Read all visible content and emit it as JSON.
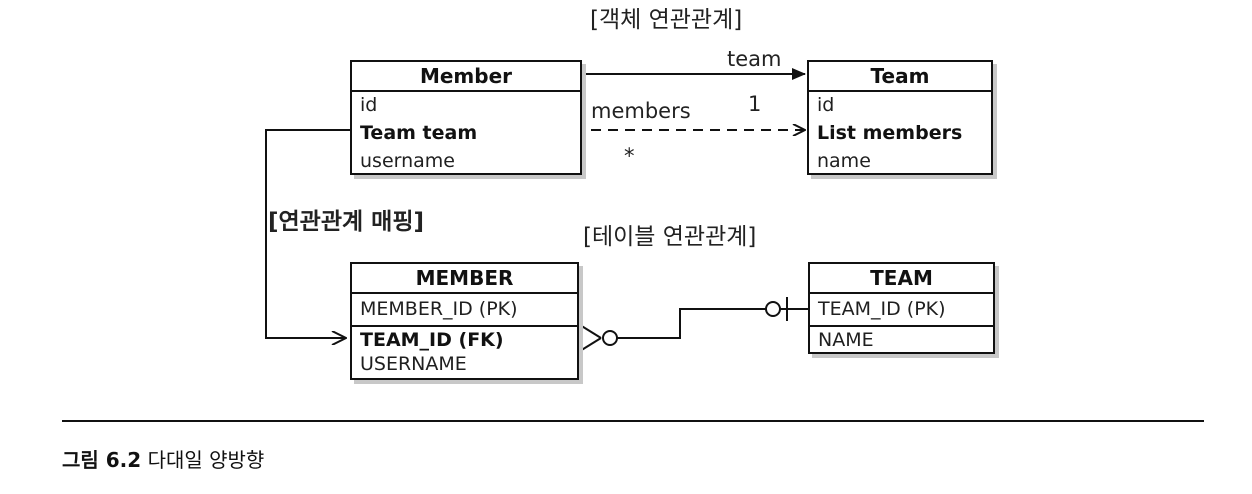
{
  "labels": {
    "object_relation": "[객체 연관관계]",
    "mapping": "[연관관계 매핑]",
    "table_relation": "[테이블 연관관계]"
  },
  "entities": {
    "member": {
      "title": "Member",
      "fields": [
        "id",
        "Team team",
        "username"
      ]
    },
    "team": {
      "title": "Team",
      "fields": [
        "id",
        "List members",
        "name"
      ]
    }
  },
  "tables": {
    "member": {
      "title": "MEMBER",
      "columns": [
        "MEMBER_ID (PK)",
        "TEAM_ID (FK)",
        "USERNAME"
      ]
    },
    "team": {
      "title": "TEAM",
      "columns": [
        "TEAM_ID (PK)",
        "NAME"
      ]
    }
  },
  "relations": {
    "team_label": "team",
    "members_label": "members",
    "one": "1",
    "many": "*"
  },
  "caption": {
    "figure": "그림 6.2",
    "text": "다대일 양방향"
  }
}
